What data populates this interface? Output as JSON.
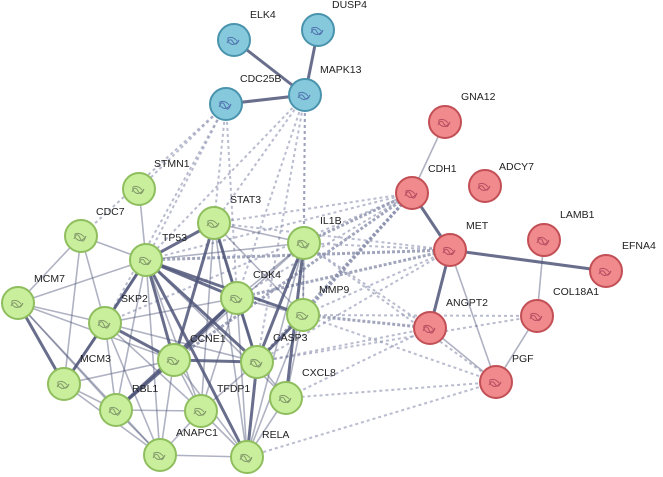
{
  "colors": {
    "cluster_blue": {
      "fill": "#86c9dd",
      "stroke": "#4a93ad",
      "glyph": "#3f5aa0"
    },
    "cluster_green": {
      "fill": "#c9ef9d",
      "stroke": "#8fbe5e",
      "glyph": "#6b7e5a"
    },
    "cluster_red": {
      "fill": "#f08a8c",
      "stroke": "#c24f55",
      "glyph": "#a33a55"
    },
    "edge_solid": "#4e5578",
    "edge_dashed": "#8a90ad"
  },
  "network": {
    "nodes": [
      {
        "id": "ELK4",
        "label": "ELK4",
        "cluster": "cluster_blue"
      },
      {
        "id": "DUSP4",
        "label": "DUSP4",
        "cluster": "cluster_blue"
      },
      {
        "id": "CDC25B",
        "label": "CDC25B",
        "cluster": "cluster_blue"
      },
      {
        "id": "MAPK13",
        "label": "MAPK13",
        "cluster": "cluster_blue"
      },
      {
        "id": "GNA12",
        "label": "GNA12",
        "cluster": "cluster_red"
      },
      {
        "id": "CDH1",
        "label": "CDH1",
        "cluster": "cluster_red"
      },
      {
        "id": "ADCY7",
        "label": "ADCY7",
        "cluster": "cluster_red"
      },
      {
        "id": "MET",
        "label": "MET",
        "cluster": "cluster_red"
      },
      {
        "id": "LAMB1",
        "label": "LAMB1",
        "cluster": "cluster_red"
      },
      {
        "id": "EFNA4",
        "label": "EFNA4",
        "cluster": "cluster_red"
      },
      {
        "id": "COL18A1",
        "label": "COL18A1",
        "cluster": "cluster_red"
      },
      {
        "id": "ANGPT2",
        "label": "ANGPT2",
        "cluster": "cluster_red"
      },
      {
        "id": "PGF",
        "label": "PGF",
        "cluster": "cluster_red"
      },
      {
        "id": "STMN1",
        "label": "STMN1",
        "cluster": "cluster_green"
      },
      {
        "id": "CDC7",
        "label": "CDC7",
        "cluster": "cluster_green"
      },
      {
        "id": "STAT3",
        "label": "STAT3",
        "cluster": "cluster_green"
      },
      {
        "id": "TP53",
        "label": "TP53",
        "cluster": "cluster_green"
      },
      {
        "id": "IL1B",
        "label": "IL1B",
        "cluster": "cluster_green"
      },
      {
        "id": "MCM7",
        "label": "MCM7",
        "cluster": "cluster_green"
      },
      {
        "id": "CDK4",
        "label": "CDK4",
        "cluster": "cluster_green"
      },
      {
        "id": "SKP2",
        "label": "SKP2",
        "cluster": "cluster_green"
      },
      {
        "id": "MMP9",
        "label": "MMP9",
        "cluster": "cluster_green"
      },
      {
        "id": "CCNE1",
        "label": "CCNE1",
        "cluster": "cluster_green"
      },
      {
        "id": "CASP3",
        "label": "CASP3",
        "cluster": "cluster_green"
      },
      {
        "id": "MCM3",
        "label": "MCM3",
        "cluster": "cluster_green"
      },
      {
        "id": "CXCL8",
        "label": "CXCL8",
        "cluster": "cluster_green"
      },
      {
        "id": "RBL1",
        "label": "RBL1",
        "cluster": "cluster_green"
      },
      {
        "id": "TFDP1",
        "label": "TFDP1",
        "cluster": "cluster_green"
      },
      {
        "id": "ANAPC1",
        "label": "ANAPC1",
        "cluster": "cluster_green"
      },
      {
        "id": "RELA",
        "label": "RELA",
        "cluster": "cluster_green"
      }
    ],
    "edges_solid": [
      [
        "ELK4",
        "MAPK13"
      ],
      [
        "DUSP4",
        "MAPK13"
      ],
      [
        "CDC25B",
        "MAPK13"
      ],
      [
        "GNA12",
        "CDH1"
      ],
      [
        "CDH1",
        "MET"
      ],
      [
        "MET",
        "EFNA4"
      ],
      [
        "MET",
        "ANGPT2"
      ],
      [
        "MET",
        "PGF"
      ],
      [
        "LAMB1",
        "COL18A1"
      ],
      [
        "ANGPT2",
        "PGF"
      ],
      [
        "COL18A1",
        "PGF"
      ],
      [
        "STMN1",
        "TP53"
      ],
      [
        "CDC7",
        "TP53"
      ],
      [
        "CDC7",
        "MCM7"
      ],
      [
        "CDC7",
        "SKP2"
      ],
      [
        "CDC7",
        "MCM3"
      ],
      [
        "STAT3",
        "TP53"
      ],
      [
        "STAT3",
        "IL1B"
      ],
      [
        "STAT3",
        "CDK4"
      ],
      [
        "STAT3",
        "CCNE1"
      ],
      [
        "STAT3",
        "CASP3"
      ],
      [
        "STAT3",
        "RELA"
      ],
      [
        "STAT3",
        "MMP9"
      ],
      [
        "STAT3",
        "TFDP1"
      ],
      [
        "TP53",
        "IL1B"
      ],
      [
        "TP53",
        "MCM7"
      ],
      [
        "TP53",
        "SKP2"
      ],
      [
        "TP53",
        "CDK4"
      ],
      [
        "TP53",
        "CCNE1"
      ],
      [
        "TP53",
        "CASP3"
      ],
      [
        "TP53",
        "MMP9"
      ],
      [
        "TP53",
        "RELA"
      ],
      [
        "TP53",
        "CXCL8"
      ],
      [
        "TP53",
        "MCM3"
      ],
      [
        "TP53",
        "RBL1"
      ],
      [
        "TP53",
        "TFDP1"
      ],
      [
        "TP53",
        "ANAPC1"
      ],
      [
        "IL1B",
        "CDK4"
      ],
      [
        "IL1B",
        "MMP9"
      ],
      [
        "IL1B",
        "CASP3"
      ],
      [
        "IL1B",
        "CXCL8"
      ],
      [
        "IL1B",
        "RELA"
      ],
      [
        "IL1B",
        "CCNE1"
      ],
      [
        "MCM7",
        "SKP2"
      ],
      [
        "MCM7",
        "MCM3"
      ],
      [
        "MCM7",
        "CCNE1"
      ],
      [
        "MCM7",
        "RBL1"
      ],
      [
        "MCM7",
        "ANAPC1"
      ],
      [
        "CDK4",
        "SKP2"
      ],
      [
        "CDK4",
        "CCNE1"
      ],
      [
        "CDK4",
        "CASP3"
      ],
      [
        "CDK4",
        "RBL1"
      ],
      [
        "CDK4",
        "TFDP1"
      ],
      [
        "CDK4",
        "MMP9"
      ],
      [
        "CDK4",
        "RELA"
      ],
      [
        "SKP2",
        "CCNE1"
      ],
      [
        "SKP2",
        "MCM3"
      ],
      [
        "SKP2",
        "RBL1"
      ],
      [
        "SKP2",
        "TFDP1"
      ],
      [
        "SKP2",
        "ANAPC1"
      ],
      [
        "SKP2",
        "CASP3"
      ],
      [
        "MMP9",
        "CASP3"
      ],
      [
        "MMP9",
        "CXCL8"
      ],
      [
        "MMP9",
        "RELA"
      ],
      [
        "CCNE1",
        "CASP3"
      ],
      [
        "CCNE1",
        "MCM3"
      ],
      [
        "CCNE1",
        "RBL1"
      ],
      [
        "CCNE1",
        "TFDP1"
      ],
      [
        "CCNE1",
        "ANAPC1"
      ],
      [
        "CCNE1",
        "RELA"
      ],
      [
        "CASP3",
        "CXCL8"
      ],
      [
        "CASP3",
        "RELA"
      ],
      [
        "CASP3",
        "TFDP1"
      ],
      [
        "MCM3",
        "RBL1"
      ],
      [
        "MCM3",
        "ANAPC1"
      ],
      [
        "CXCL8",
        "RELA"
      ],
      [
        "RBL1",
        "TFDP1"
      ],
      [
        "RBL1",
        "ANAPC1"
      ],
      [
        "TFDP1",
        "ANAPC1"
      ],
      [
        "TFDP1",
        "RELA"
      ],
      [
        "ANAPC1",
        "RELA"
      ]
    ],
    "edges_dashed": [
      [
        "CDC25B",
        "STMN1"
      ],
      [
        "CDC25B",
        "CDC7"
      ],
      [
        "CDC25B",
        "TP53"
      ],
      [
        "CDC25B",
        "STAT3"
      ],
      [
        "CDC25B",
        "CDK4"
      ],
      [
        "CDC25B",
        "SKP2"
      ],
      [
        "MAPK13",
        "TP53"
      ],
      [
        "MAPK13",
        "STAT3"
      ],
      [
        "MAPK13",
        "IL1B"
      ],
      [
        "MAPK13",
        "CDK4"
      ],
      [
        "MAPK13",
        "MMP9"
      ],
      [
        "MAPK13",
        "CASP3"
      ],
      [
        "CDH1",
        "TP53"
      ],
      [
        "CDH1",
        "STAT3"
      ],
      [
        "CDH1",
        "IL1B"
      ],
      [
        "CDH1",
        "CDK4"
      ],
      [
        "CDH1",
        "MMP9"
      ],
      [
        "CDH1",
        "CASP3"
      ],
      [
        "CDH1",
        "CCNE1"
      ],
      [
        "CDH1",
        "SKP2"
      ],
      [
        "MET",
        "STAT3"
      ],
      [
        "MET",
        "TP53"
      ],
      [
        "MET",
        "IL1B"
      ],
      [
        "MET",
        "CDK4"
      ],
      [
        "MET",
        "MMP9"
      ],
      [
        "MET",
        "CASP3"
      ],
      [
        "ANGPT2",
        "MMP9"
      ],
      [
        "ANGPT2",
        "CASP3"
      ],
      [
        "ANGPT2",
        "CXCL8"
      ],
      [
        "ANGPT2",
        "IL1B"
      ],
      [
        "PGF",
        "CXCL8"
      ],
      [
        "PGF",
        "MMP9"
      ],
      [
        "PGF",
        "RELA"
      ],
      [
        "PGF",
        "IL1B"
      ],
      [
        "COL18A1",
        "MMP9"
      ],
      [
        "COL18A1",
        "CASP3"
      ]
    ]
  }
}
